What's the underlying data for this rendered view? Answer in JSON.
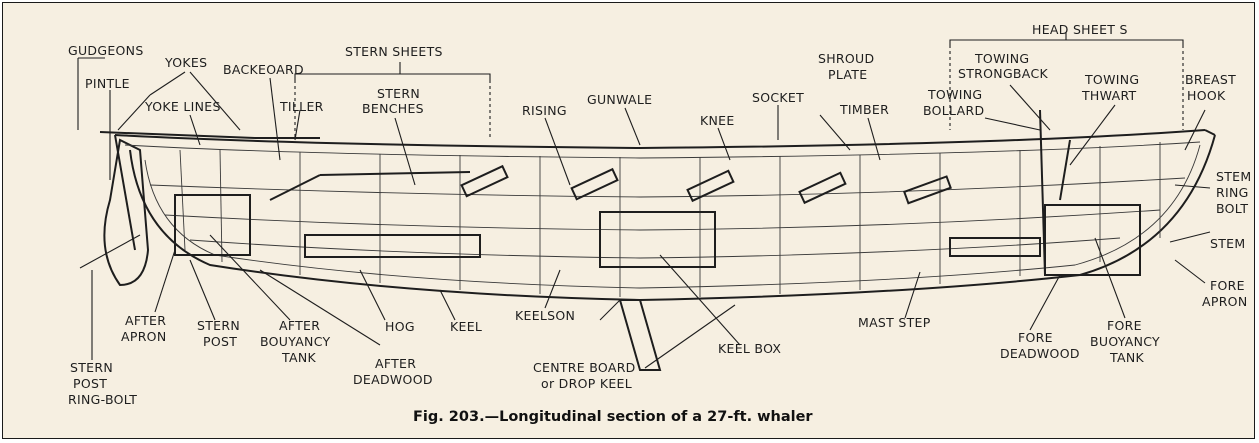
{
  "caption": "Fig. 203.—Longitudinal section of a 27-ft. whaler",
  "labels": {
    "gudgeons": "GUDGEONS",
    "yokes": "YOKES",
    "pintle": "PINTLE",
    "yoke_lines": "YOKE LINES",
    "backboard": "BACKEOARD",
    "tiller": "TILLER",
    "stern_sheets": "STERN SHEETS",
    "stern_benches_1": "STERN",
    "stern_benches_2": "BENCHES",
    "rising": "RISING",
    "gunwale": "GUNWALE",
    "knee": "KNEE",
    "socket": "SOCKET",
    "shroud_plate_1": "SHROUD",
    "shroud_plate_2": "PLATE",
    "timber": "TIMBER",
    "towing_bollard_1": "TOWING",
    "towing_bollard_2": "BOLLARD",
    "head_sheets": "HEAD SHEET S",
    "towing_strongback_1": "TOWING",
    "towing_strongback_2": "STRONGBACK",
    "towing_thwart_1": "TOWING",
    "towing_thwart_2": "THWART",
    "breast_hook_1": "BREAST",
    "breast_hook_2": "HOOK",
    "stem_ring_bolt_1": "STEM",
    "stem_ring_bolt_2": "RING",
    "stem_ring_bolt_3": "BOLT",
    "stem": "STEM",
    "fore_apron_1": "FORE",
    "fore_apron_2": "APRON",
    "after_apron_1": "AFTER",
    "after_apron_2": "APRON",
    "stern_post_1": "STERN",
    "stern_post_2": "POST",
    "after_buoyancy_1": "AFTER",
    "after_buoyancy_2": "BOUYANCY",
    "after_buoyancy_3": "TANK",
    "hog": "HOG",
    "keel": "KEEL",
    "keelson": "KEELSON",
    "after_deadwood_1": "AFTER",
    "after_deadwood_2": "DEADWOOD",
    "keel_box": "KEEL BOX",
    "mast_step": "MAST STEP",
    "fore_deadwood_1": "FORE",
    "fore_deadwood_2": "DEADWOOD",
    "fore_buoyancy_1": "FORE",
    "fore_buoyancy_2": "BUOYANCY",
    "fore_buoyancy_3": "TANK",
    "centre_board_1": "CENTRE BOARD",
    "centre_board_2": "or DROP KEEL",
    "stern_post_ring_bolt_1": "STERN",
    "stern_post_ring_bolt_2": "POST",
    "stern_post_ring_bolt_3": "RING-BOLT"
  }
}
